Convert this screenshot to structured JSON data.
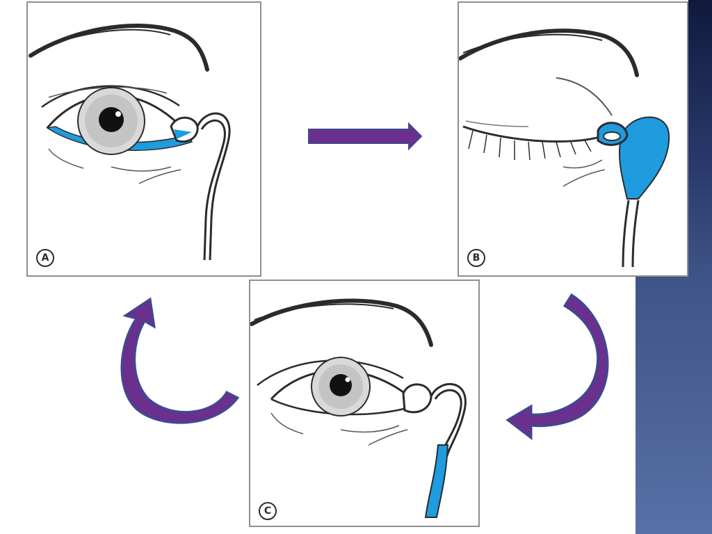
{
  "panels": [
    {
      "label": "A",
      "state": "eye-open-tears-in-sac"
    },
    {
      "label": "B",
      "state": "eye-closed-sac-filled"
    },
    {
      "label": "C",
      "state": "eye-open-tears-drained"
    }
  ],
  "colors": {
    "tear_fluid": "#1f9be0",
    "arrow_fill": "#6b2f8e",
    "arrow_outline": "#3d4a8f",
    "band_dark": "#0f1a3c",
    "band_light": "#5870a6"
  }
}
